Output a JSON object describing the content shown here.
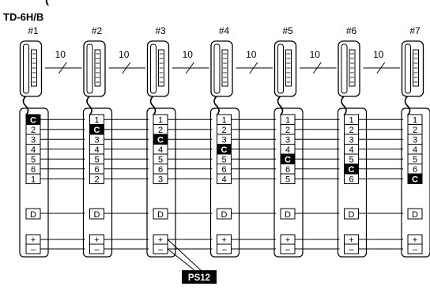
{
  "title_fragment": "(",
  "model": "TD-6H/B",
  "wire_count": "10",
  "power_label": "PS12",
  "terminal_labels": {
    "common": "C",
    "door": "D",
    "plus": "+",
    "minus": "–"
  },
  "stations": [
    {
      "label": "#1",
      "terms": [
        "C",
        "2",
        "3",
        "4",
        "5",
        "6",
        "1"
      ]
    },
    {
      "label": "#2",
      "terms": [
        "1",
        "C",
        "3",
        "4",
        "5",
        "6",
        "2"
      ]
    },
    {
      "label": "#3",
      "terms": [
        "1",
        "2",
        "C",
        "4",
        "5",
        "6",
        "3"
      ]
    },
    {
      "label": "#4",
      "terms": [
        "1",
        "2",
        "3",
        "C",
        "5",
        "6",
        "4"
      ]
    },
    {
      "label": "#5",
      "terms": [
        "1",
        "2",
        "3",
        "4",
        "C",
        "6",
        "5"
      ]
    },
    {
      "label": "#6",
      "terms": [
        "1",
        "2",
        "3",
        "4",
        "5",
        "C",
        "6"
      ]
    },
    {
      "label": "#7",
      "terms": [
        "1",
        "2",
        "3",
        "4",
        "5",
        "6",
        "C"
      ]
    }
  ],
  "colors": {
    "line": "#000000",
    "phone_fill": "#ffffff",
    "highlight": "#000000",
    "highlight_text": "#ffffff"
  }
}
